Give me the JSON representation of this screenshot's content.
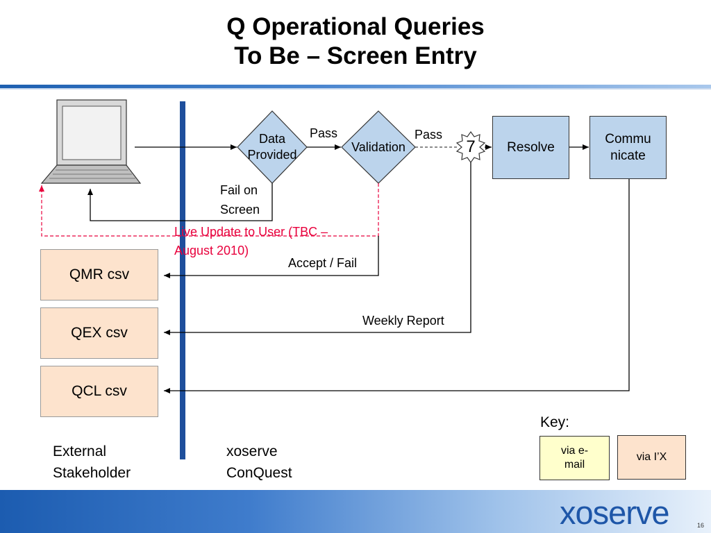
{
  "title": {
    "line1": "Q Operational Queries",
    "line2": "To Be – Screen Entry"
  },
  "nodes": {
    "data_provided": "Data\nProvided",
    "validation": "Validation",
    "badge": "7",
    "resolve": "Resolve",
    "communicate": "Commu\nnicate",
    "qmr": "QMR csv",
    "qex": "QEX csv",
    "qcl": "QCL csv"
  },
  "edges": {
    "pass1": "Pass",
    "pass2": "Pass",
    "fail_on_screen": "Fail on\nScreen",
    "live_update": "Live Update to User (TBC –\nAugust 2010)",
    "accept_fail": "Accept / Fail",
    "weekly_report": "Weekly Report"
  },
  "lanes": {
    "external": "External\nStakeholder",
    "xoserve": "xoserve\nConQuest"
  },
  "key": {
    "title": "Key:",
    "email": "via e-\nmail",
    "ix": "via I’X"
  },
  "footer": {
    "logo": "xoserve",
    "page": "16"
  },
  "colors": {
    "accent": "#1e56a8",
    "live_update": "#e8003c",
    "csv_fill": "#fde3cd",
    "node_fill": "#bcd4ec",
    "key_email_fill": "#ffffcc"
  }
}
